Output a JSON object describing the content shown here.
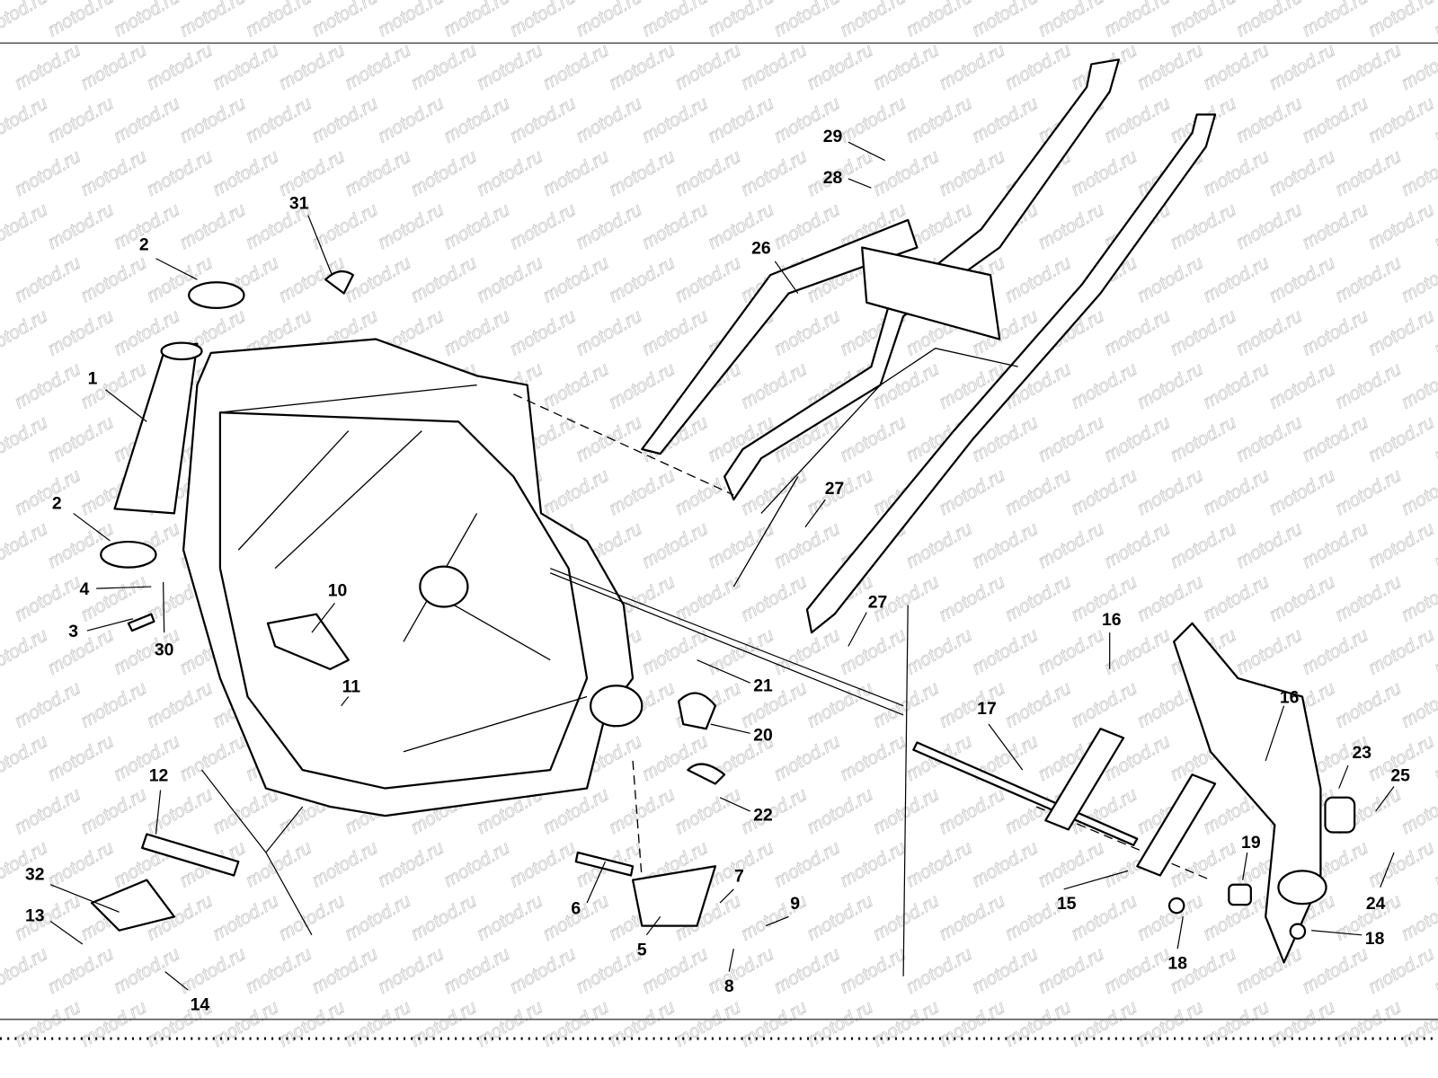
{
  "watermark": "motod.ru",
  "callouts": [
    {
      "id": "29",
      "text": "29"
    },
    {
      "id": "28",
      "text": "28"
    },
    {
      "id": "26",
      "text": "26"
    },
    {
      "id": "31",
      "text": "31"
    },
    {
      "id": "2a",
      "text": "2"
    },
    {
      "id": "1",
      "text": "1"
    },
    {
      "id": "2b",
      "text": "2"
    },
    {
      "id": "4",
      "text": "4"
    },
    {
      "id": "3",
      "text": "3"
    },
    {
      "id": "30",
      "text": "30"
    },
    {
      "id": "10",
      "text": "10"
    },
    {
      "id": "11",
      "text": "11"
    },
    {
      "id": "27a",
      "text": "27"
    },
    {
      "id": "27b",
      "text": "27"
    },
    {
      "id": "21",
      "text": "21"
    },
    {
      "id": "20",
      "text": "20"
    },
    {
      "id": "22",
      "text": "22"
    },
    {
      "id": "12",
      "text": "12"
    },
    {
      "id": "32",
      "text": "32"
    },
    {
      "id": "13",
      "text": "13"
    },
    {
      "id": "14",
      "text": "14"
    },
    {
      "id": "6",
      "text": "6"
    },
    {
      "id": "7",
      "text": "7"
    },
    {
      "id": "9",
      "text": "9"
    },
    {
      "id": "5",
      "text": "5"
    },
    {
      "id": "8",
      "text": "8"
    },
    {
      "id": "16a",
      "text": "16"
    },
    {
      "id": "16b",
      "text": "16"
    },
    {
      "id": "17",
      "text": "17"
    },
    {
      "id": "23",
      "text": "23"
    },
    {
      "id": "25",
      "text": "25"
    },
    {
      "id": "24",
      "text": "24"
    },
    {
      "id": "19",
      "text": "19"
    },
    {
      "id": "15",
      "text": "15"
    },
    {
      "id": "18a",
      "text": "18"
    },
    {
      "id": "18b",
      "text": "18"
    }
  ]
}
